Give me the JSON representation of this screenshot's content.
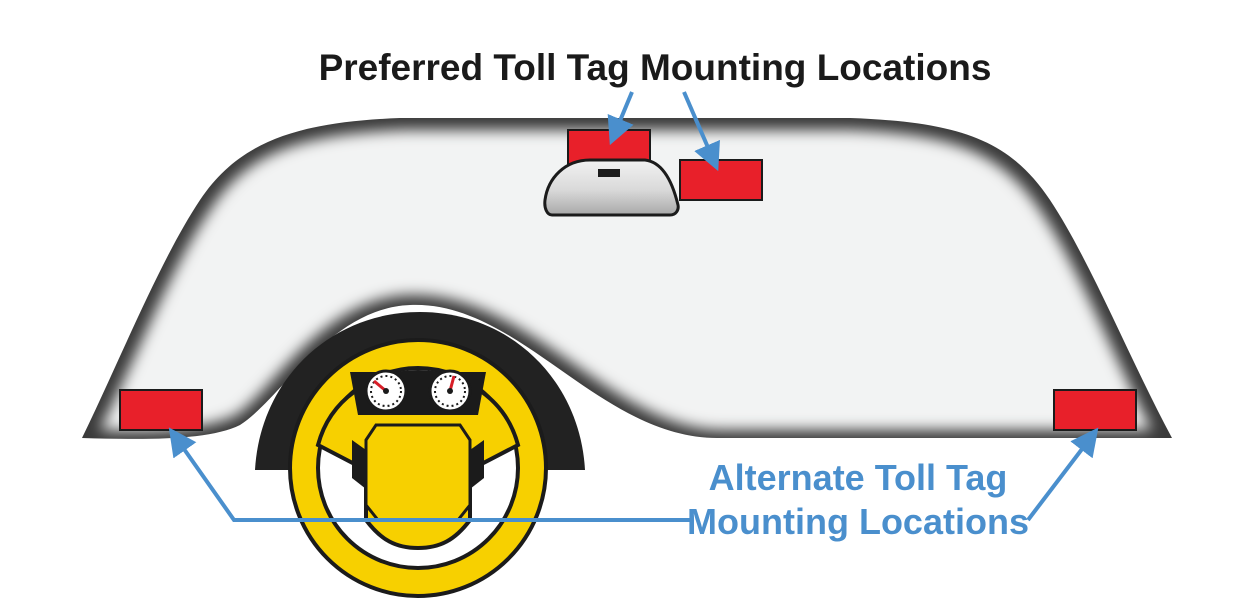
{
  "preferred_label": "Preferred Toll Tag Mounting Locations",
  "alternate_label_line1": "Alternate Toll Tag",
  "alternate_label_line2": "Mounting Locations",
  "colors": {
    "tag": "#e8202a",
    "arrow": "#4a8fcd",
    "steering_wheel": "#f7d000",
    "windshield": "#f2f3f3",
    "frame": "#222222"
  },
  "icons": [
    "windshield",
    "rear-view-mirror",
    "steering-wheel",
    "speedometer-gauge",
    "tachometer-gauge",
    "toll-tag",
    "arrow"
  ]
}
